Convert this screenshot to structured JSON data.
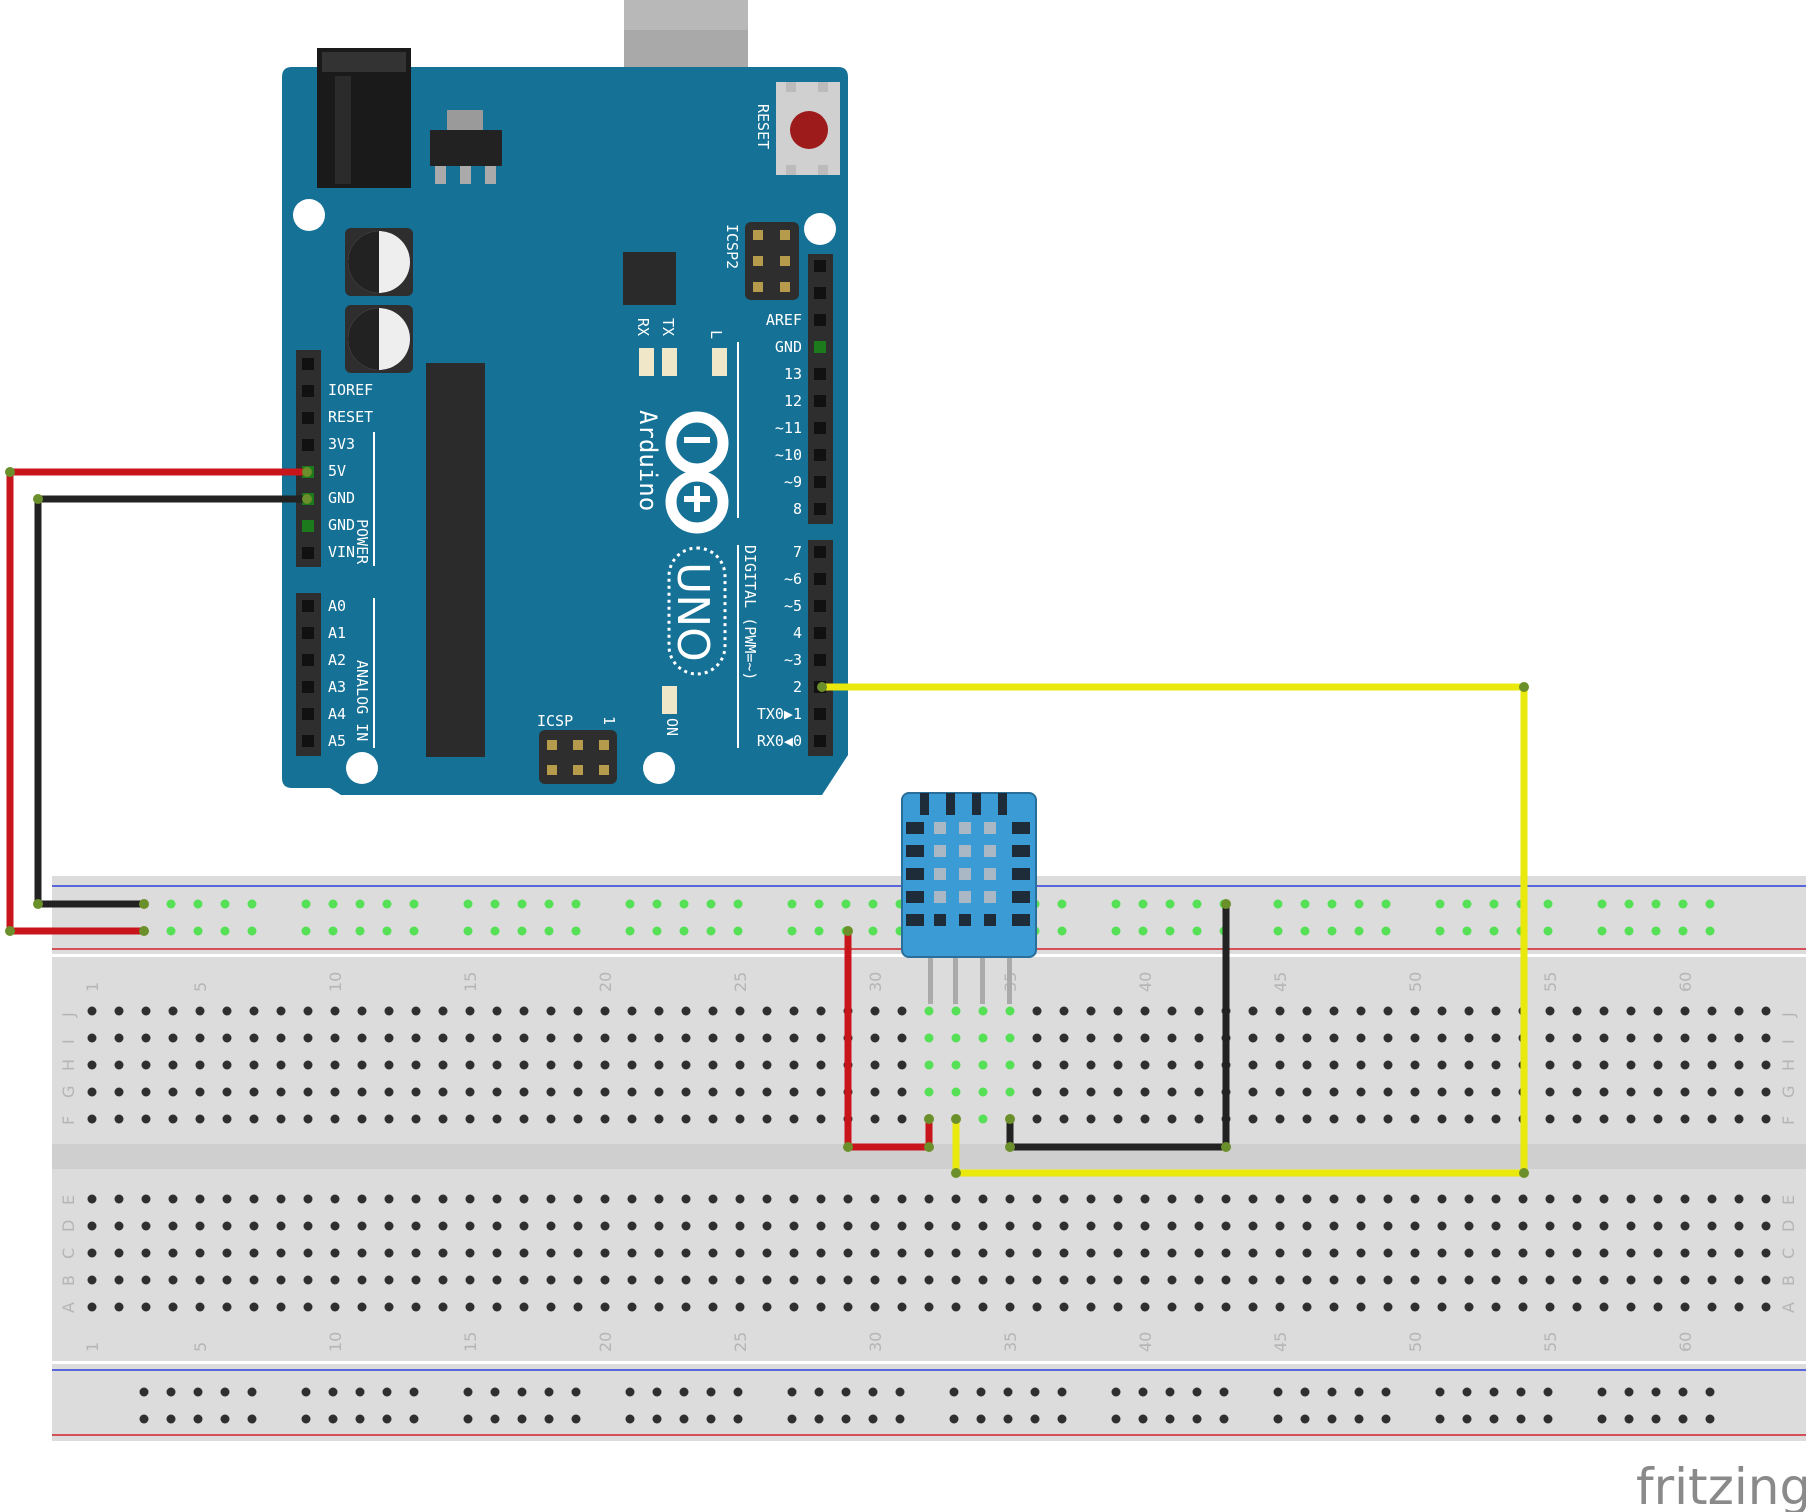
{
  "board": {
    "name": "UNO",
    "brand": "Arduino",
    "reset_label": "RESET",
    "icsp2_label": "ICSP2",
    "icsp_label": "ICSP",
    "icsp_pin1": "1",
    "on_label": "ON",
    "rx_label": "RX",
    "tx_label": "TX",
    "l_label": "L",
    "digital_label": "DIGITAL (PWM=~)",
    "power_label": "POWER",
    "analog_label": "ANALOG IN",
    "power_pins": [
      "IOREF",
      "RESET",
      "3V3",
      "5V",
      "GND",
      "GND",
      "VIN"
    ],
    "analog_pins": [
      "A0",
      "A1",
      "A2",
      "A3",
      "A4",
      "A5"
    ],
    "digital_pins_top": [
      "AREF",
      "GND",
      "13",
      "12",
      "~11",
      "~10",
      "~9",
      "8"
    ],
    "digital_pins_bottom": [
      "7",
      "~6",
      "~5",
      "4",
      "~3",
      "2",
      "TX0▶1",
      "RX0◀0"
    ]
  },
  "breadboard": {
    "top_row_letters": [
      "J",
      "I",
      "H",
      "G",
      "F"
    ],
    "bottom_row_letters": [
      "E",
      "D",
      "C",
      "B",
      "A"
    ],
    "column_numbers": [
      "1",
      "5",
      "10",
      "15",
      "20",
      "25",
      "30",
      "35",
      "40",
      "45",
      "50",
      "55",
      "60"
    ]
  },
  "sensor": {
    "name": "DHT11"
  },
  "wires": [
    {
      "name": "5v-wire",
      "color": "#c8151b"
    },
    {
      "name": "gnd-wire",
      "color": "#222222"
    },
    {
      "name": "data-wire",
      "color": "#e9e90d"
    },
    {
      "name": "sensor-vcc-wire",
      "color": "#c8151b"
    },
    {
      "name": "sensor-gnd-wire",
      "color": "#222222"
    }
  ],
  "colors": {
    "board": "#157196",
    "sensor": "#3b9bd4",
    "breadboard": "#dcdcdc",
    "rail_blue": "#2c3fd8",
    "rail_red": "#d0232a"
  },
  "watermark": "fritzing"
}
